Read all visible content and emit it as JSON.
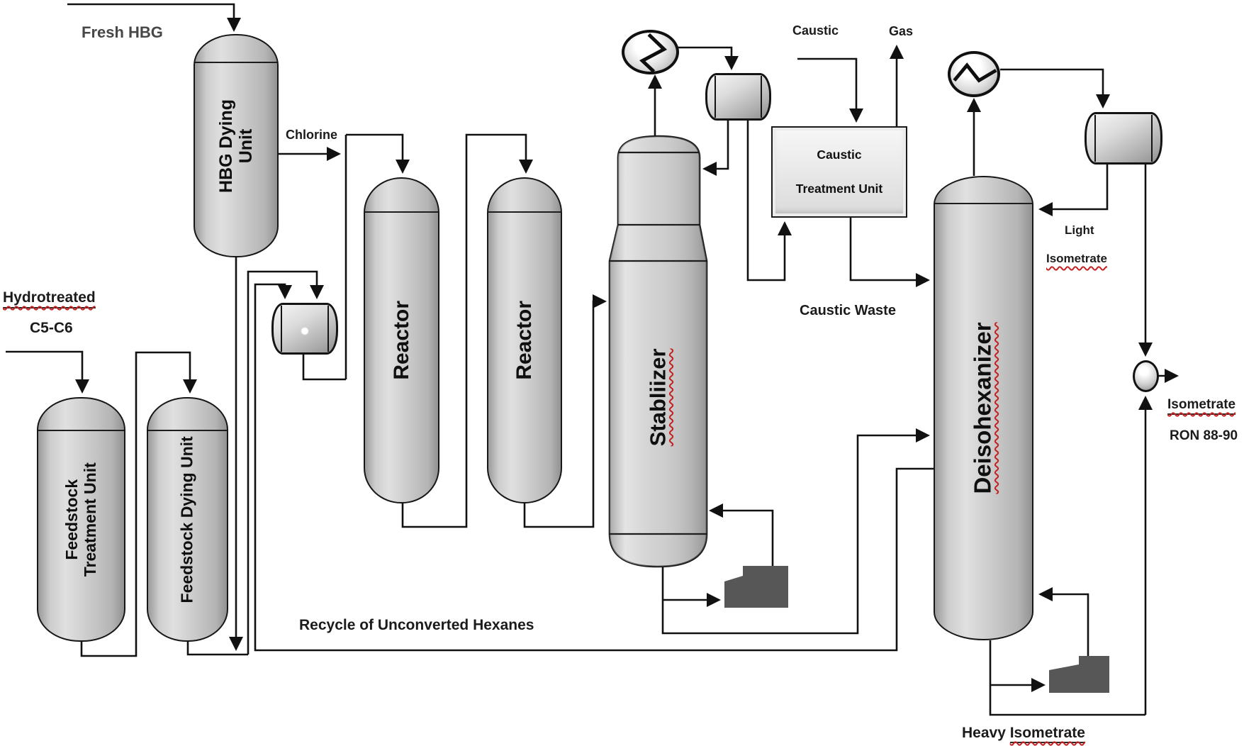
{
  "streams": {
    "fresh_hbg": "Fresh HBG",
    "chlorine": "Chlorine",
    "hydrotreated": "Hydrotreated",
    "c5_c6": "C5-C6",
    "caustic": "Caustic",
    "gas": "Gas",
    "caustic_waste": "Caustic Waste",
    "light_l1": "Light",
    "light_l2": "Isometrate",
    "isometrate": "Isometrate",
    "ron": "RON 88-90",
    "heavy_l1": "Heavy ",
    "heavy_l2": "Isometrate",
    "recycle": "Recycle of Unconverted Hexanes"
  },
  "equipment": {
    "hbg_l1": "HBG Dying",
    "hbg_l2": "Unit",
    "ftu_l1": "Feedstock",
    "ftu_l2": "Treatment Unit",
    "fdu": "Feedstock Dying Unit",
    "reactor1": "Reactor",
    "reactor2": "Reactor",
    "stabilizer": "Stabliizer",
    "ctu_l1": "Caustic",
    "ctu_l2": "Treatment Unit",
    "dih": "Deisohexanizer"
  },
  "colors": {
    "line": "#111111",
    "vessel_border": "#161616",
    "spellcheck_red": "#c42222",
    "dark_equipment": "#575757"
  }
}
